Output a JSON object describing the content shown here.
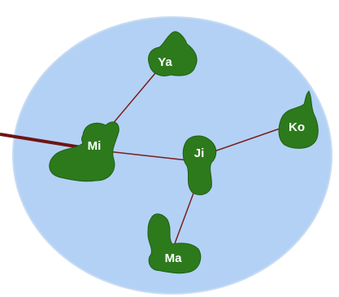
{
  "diagram": {
    "colors": {
      "background_disc": "#b3d1f5",
      "disc_outline": "#c6dbf3",
      "island_fill": "#2d7a1c",
      "island_stroke": "#1f5f13",
      "link_line": "#7a1e1e",
      "external_link": "#6e1414",
      "label_text": "#ffffff"
    },
    "nodes": [
      {
        "id": "ya",
        "label": "Ya"
      },
      {
        "id": "mi",
        "label": "Mi"
      },
      {
        "id": "ji",
        "label": "Ji"
      },
      {
        "id": "ko",
        "label": "Ko"
      },
      {
        "id": "ma",
        "label": "Ma"
      }
    ],
    "links": [
      {
        "from": "mi",
        "to": "ya"
      },
      {
        "from": "mi",
        "to": "ji"
      },
      {
        "from": "ji",
        "to": "ko"
      },
      {
        "from": "ji",
        "to": "ma"
      }
    ],
    "external_links": [
      {
        "to": "mi"
      }
    ]
  }
}
